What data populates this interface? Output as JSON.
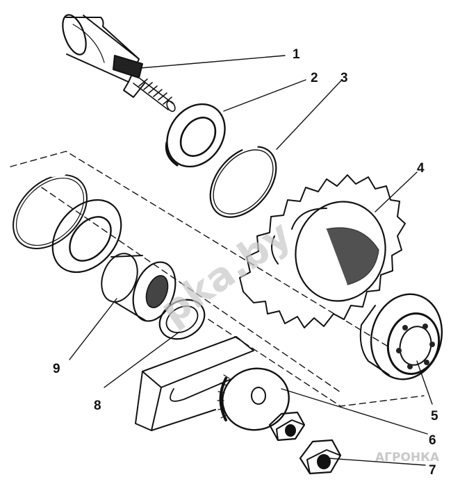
{
  "callouts": [
    {
      "label": "1"
    },
    {
      "label": "2"
    },
    {
      "label": "3"
    },
    {
      "label": "4"
    },
    {
      "label": "5"
    },
    {
      "label": "6"
    },
    {
      "label": "7"
    },
    {
      "label": "8"
    },
    {
      "label": "9"
    }
  ],
  "watermark": {
    "center_text": "pkа.by",
    "corner_text": "АГРОНКА"
  },
  "colors": {
    "ink": "#111111",
    "watermark": "#c8c8c8",
    "background": "#ffffff"
  }
}
